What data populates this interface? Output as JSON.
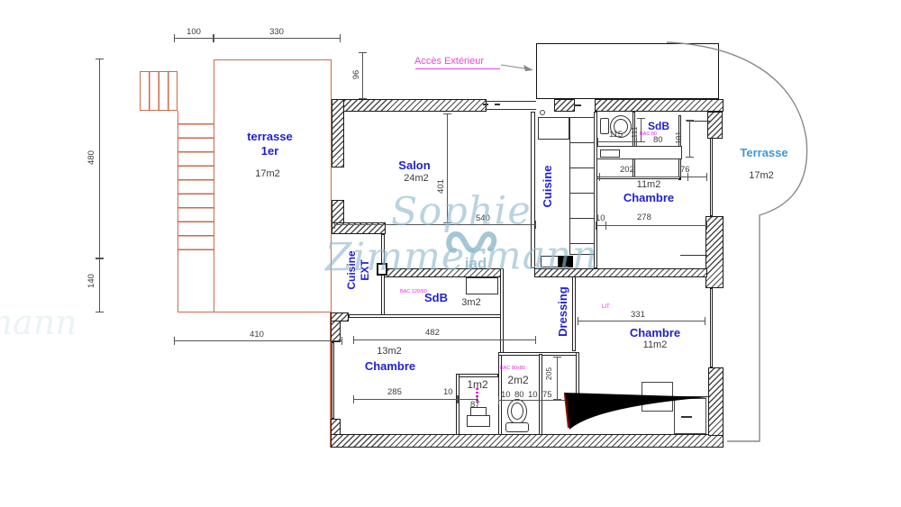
{
  "colors": {
    "room_label_blue": "#1f1fd4",
    "area_text_gray": "#3c3c3c",
    "terrace_label_blue": "#3f97dd",
    "annotation_magenta": "#ee22ee",
    "terrace_outline_red": "#cc6a4a",
    "wall_black": "#1a1a1a",
    "watermark_blue": "#a3c6d8",
    "dimension_gray": "#555555"
  },
  "watermark": {
    "name": "Sophie Zimmermann",
    "logo_text": "iad",
    "edge_fragment": "mann"
  },
  "annotations": {
    "acces_exterieur": "Accès Extérieur",
    "lit": "LIT",
    "bac_120_90": "BAC 120/90",
    "bac_80_80": "BAC 80x80",
    "bac_sdb_top": "BAC 80"
  },
  "rooms": {
    "terrasse_1er": {
      "line1": "terrasse",
      "line2": "1er",
      "area": "17m2"
    },
    "salon": {
      "label": "Salon",
      "area": "24m2"
    },
    "cuisine_ext": {
      "line1": "Cuisine",
      "line2": "EXT"
    },
    "cuisine": {
      "label": "Cuisine"
    },
    "sdb_haut": {
      "label": "SdB",
      "value": "80"
    },
    "chambre_nord": {
      "label": "Chambre",
      "area": "11m2"
    },
    "terrasse_est": {
      "label": "Terrasse",
      "area": "17m2"
    },
    "sdb_centre": {
      "label": "SdB",
      "area": "3m2"
    },
    "dressing": {
      "label": "Dressing"
    },
    "chambre_est": {
      "label": "Chambre",
      "area": "11m2"
    },
    "chambre_ouest": {
      "label": "Chambre",
      "area": "13m2"
    },
    "wc": {
      "label": "1m2"
    },
    "douche": {
      "label": "2m2"
    }
  },
  "dims": {
    "d100": "100",
    "d330": "330",
    "d480": "480",
    "d140": "140",
    "d410": "410",
    "d96": "96",
    "d401": "401",
    "d540": "540",
    "d482": "482",
    "d285": "285",
    "d10_sw": "10",
    "d87": "87",
    "d115": "115",
    "d111": "111",
    "d101": "101",
    "d202": "202",
    "d76": "76",
    "d10_ne": "10",
    "d278": "278",
    "d331": "331",
    "d205": "205",
    "d10_a": "10",
    "d80_a": "80",
    "d10_b": "10",
    "d75": "75"
  }
}
